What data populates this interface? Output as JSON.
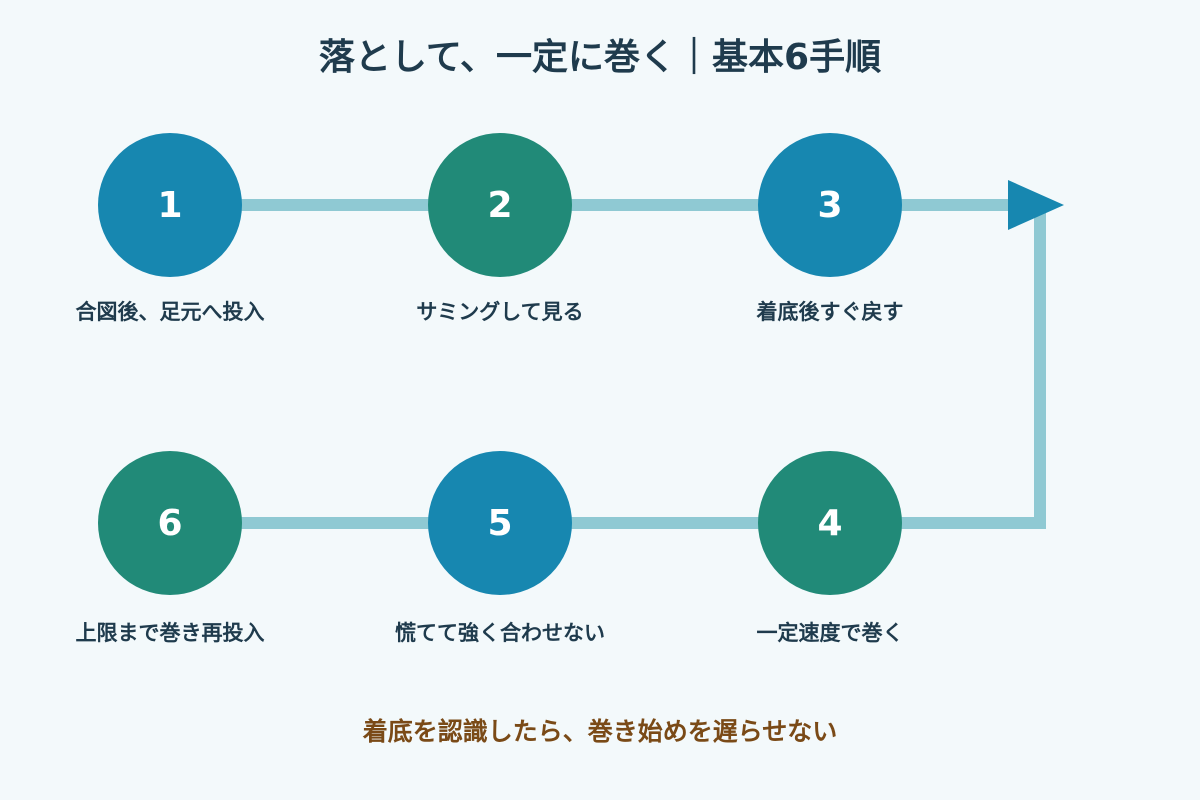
{
  "title": "落として、一定に巻く｜基本6手順",
  "steps": [
    {
      "number": "1",
      "label": "合図後、足元へ投入"
    },
    {
      "number": "2",
      "label": "サミングして見る"
    },
    {
      "number": "3",
      "label": "着底後すぐ戻す"
    },
    {
      "number": "4",
      "label": "一定速度で巻く"
    },
    {
      "number": "5",
      "label": "慌てて強く合わせない"
    },
    {
      "number": "6",
      "label": "上限まで巻き再投入"
    }
  ],
  "note": "着底を認識したら、巻き始めを遅らせない",
  "colors": {
    "blue": "#1787b0",
    "green": "#218a78",
    "connector": "#8fc9d3",
    "text": "#1f3b4d",
    "note": "#7a4a17",
    "background": "#f3f9fb"
  }
}
